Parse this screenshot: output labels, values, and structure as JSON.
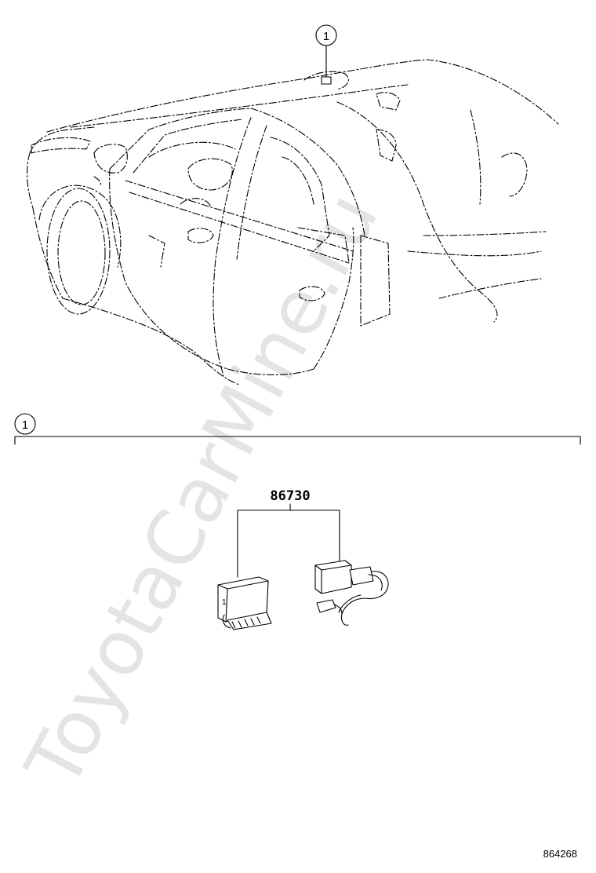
{
  "diagram": {
    "callout": "1",
    "section_callout": "1",
    "part_number": "86730",
    "illustration_code": "864268",
    "watermark": "ToyotaCarMine.ru"
  }
}
